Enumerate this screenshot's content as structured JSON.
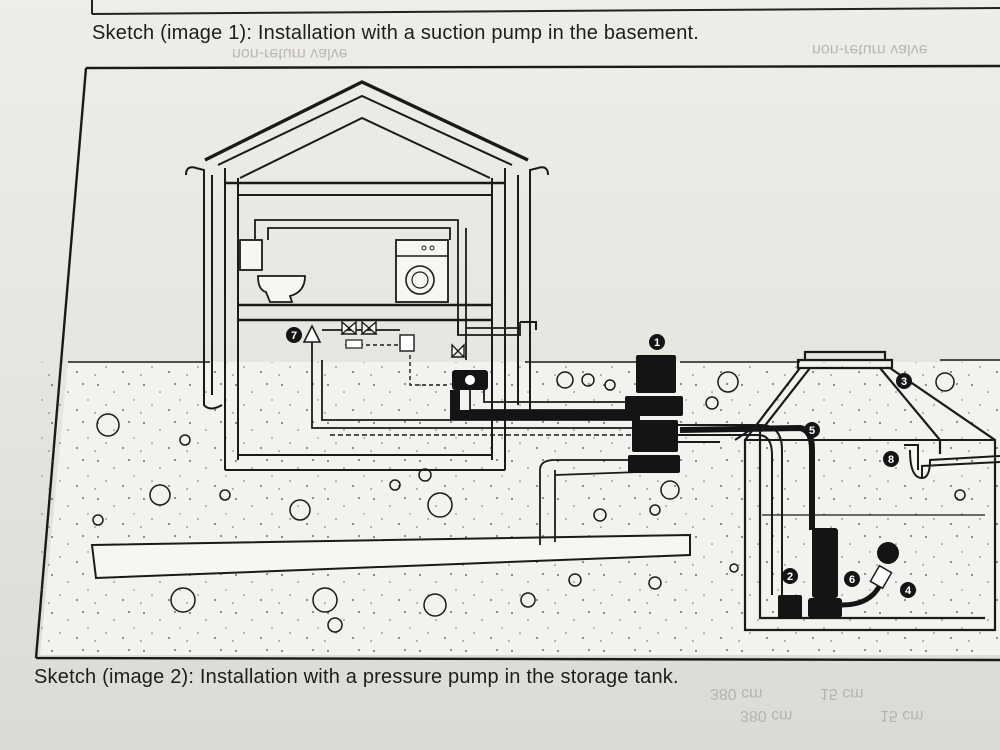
{
  "captions": {
    "top": "Sketch (image 1): Installation with a suction pump in the basement.",
    "bottom": "Sketch (image 2): Installation with a pressure pump in the storage tank."
  },
  "ghost_text": {
    "line1": "non-return valve",
    "line2": "non-return valve",
    "row1": "380 cm",
    "row2": "15 cm",
    "row3": "380 cm",
    "row4": "15 cm"
  },
  "callouts": [
    "1",
    "2",
    "3",
    "4",
    "5",
    "6",
    "7",
    "8"
  ],
  "colors": {
    "ink": "#141414",
    "paper": "#ebe9e4",
    "ground": "#f4f3ef"
  }
}
